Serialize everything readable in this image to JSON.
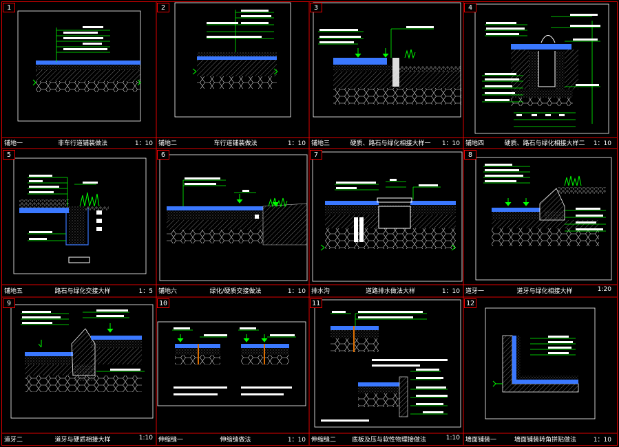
{
  "cells": [
    {
      "num": "1",
      "code": "铺地一",
      "title": "非车行道铺装做法",
      "scale": "1：10"
    },
    {
      "num": "2",
      "code": "铺地二",
      "title": "车行道铺装做法",
      "scale": "1：10"
    },
    {
      "num": "3",
      "code": "铺地三",
      "title": "硬质、路石与绿化相接大样一",
      "scale": "1：10"
    },
    {
      "num": "4",
      "code": "铺地四",
      "title": "硬质、路石与绿化相接大样二",
      "scale": "1：10"
    },
    {
      "num": "5",
      "code": "铺地五",
      "title": "路石与绿化交接大样",
      "scale": "1：5"
    },
    {
      "num": "6",
      "code": "铺地六",
      "title": "绿化/硬质交接做法",
      "scale": "1：10"
    },
    {
      "num": "7",
      "code": "排水沟",
      "title": "道路排水做法大样",
      "scale": "1：10"
    },
    {
      "num": "8",
      "code": "道牙一",
      "title": "道牙与绿化相接大样",
      "scale": "1:20"
    },
    {
      "num": "9",
      "code": "道牙二",
      "title": "道牙与硬质相接大样",
      "scale": "1:10"
    },
    {
      "num": "10",
      "code": "伸缩缝一",
      "title": "伸缩缝做法",
      "scale": "1：10"
    },
    {
      "num": "11",
      "code": "伸缩缝二",
      "title": "底板及压与软性物理接做法",
      "scale": "1:10"
    },
    {
      "num": "12",
      "code": "墙面铺装一",
      "title": "墙面铺装转角拼贴做法",
      "scale": "1：10"
    }
  ],
  "colors": {
    "frame": "#e00000",
    "inner": "#ffffff",
    "leader": "#00ff00",
    "paving": "#3a78ff",
    "concrete": "#e0e0e0",
    "gravel": "#cfcfcf",
    "soil": "#a0a0a0",
    "label": "#ffffff",
    "dimension": "#ffff00"
  }
}
